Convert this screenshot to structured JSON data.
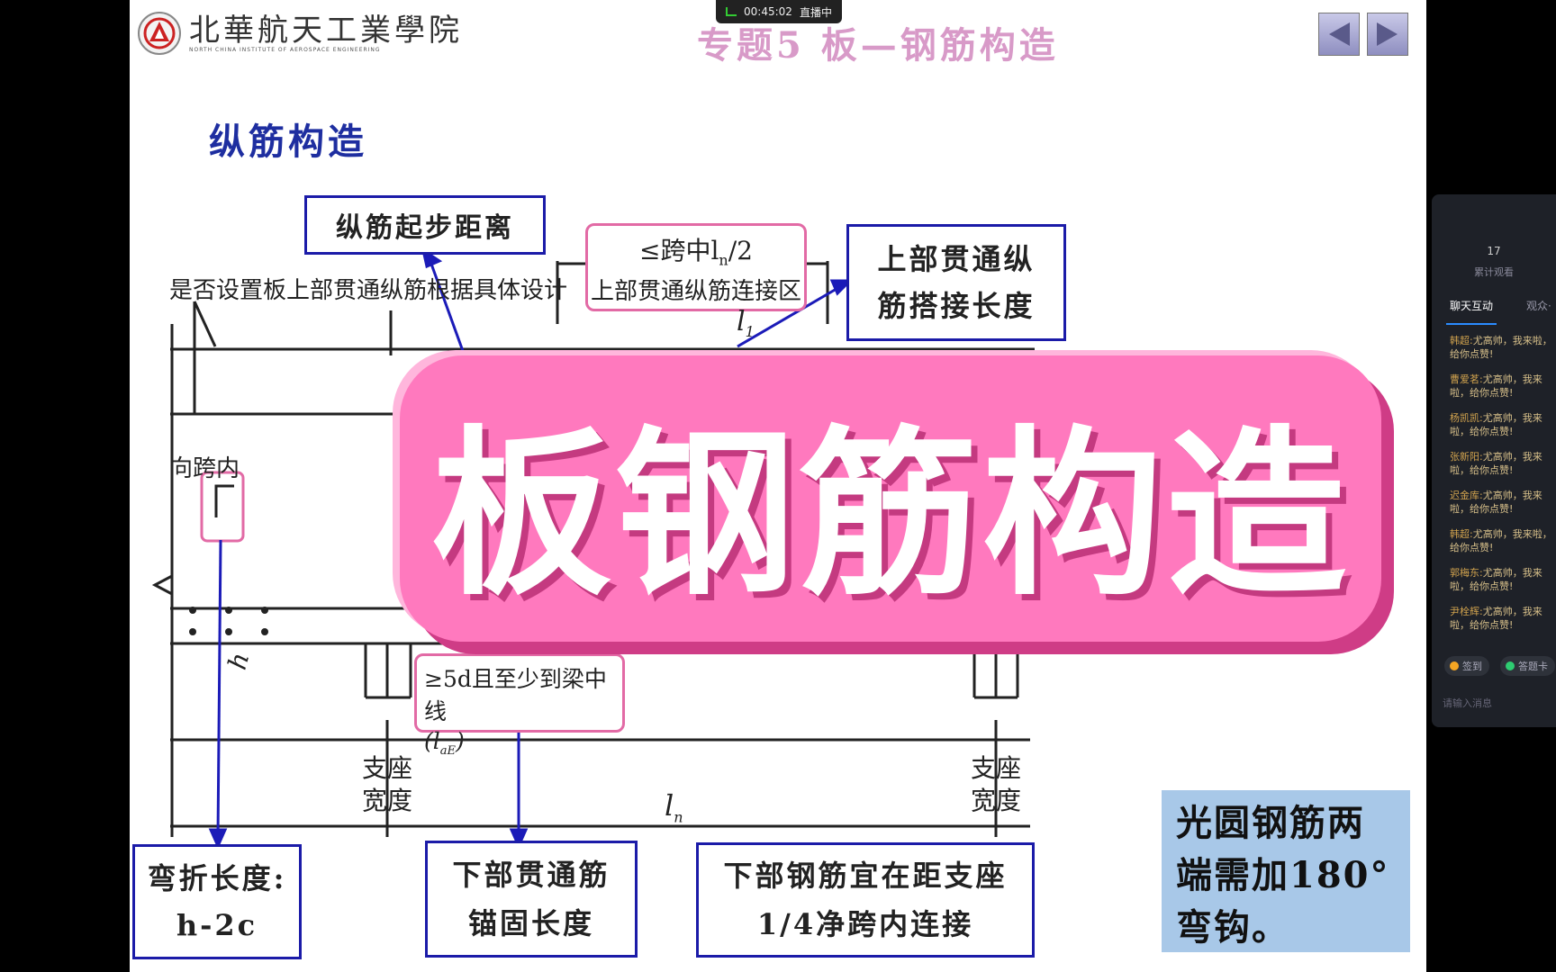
{
  "recording": {
    "timer": "00:45:02",
    "status": "直播中"
  },
  "header": {
    "logo_cn": "北華航天工業學院",
    "logo_en": "NORTH CHINA INSTITUTE OF AEROSPACE ENGINEERING",
    "title": "专题5 板—钢筋构造",
    "prev_icon": "triangle-left-icon",
    "next_icon": "triangle-right-icon"
  },
  "section_heading": "纵筋构造",
  "diagram": {
    "box_start_distance": "纵筋起步距离",
    "note_top_rebar": "是否设置板上部贯通纵筋根据具体设计",
    "midspan_label": "≤跨中l",
    "midspan_sub": "n",
    "midspan_frac": "/2",
    "splice_zone": "上部贯通纵筋连接区",
    "l1": "l",
    "l1_sub": "1",
    "box_lap_line1": "上部贯通纵",
    "box_lap_line2": "筋搭接长度",
    "inner_span_text": "向跨内",
    "anchor_line1": "≥5d且至少到梁中线",
    "anchor_line2": "(l",
    "anchor_line2_sub": "aE",
    "anchor_line2_end": ")",
    "h_label": "h",
    "support_top": "支座",
    "support_bottom": "宽度",
    "ln_label": "l",
    "ln_sub": "n",
    "box_bend_line1": "弯折长度:",
    "box_bend_line2": "h-2c",
    "box_bottom_anchor_line1": "下部贯通筋",
    "box_bottom_anchor_line2": "锚固长度",
    "box_bottom_splice_line1": "下部钢筋宜在距支座",
    "box_bottom_splice_line2": "1/4净跨内连接",
    "note_blue": "光圆钢筋两端需加180° 弯钩。"
  },
  "overlay_title": "板钢筋构造",
  "live_panel": {
    "viewer_count": "17",
    "viewer_label": "累计观看",
    "tab_chat": "聊天互动",
    "tab_audience": "观众·",
    "messages": [
      {
        "name": "韩超:",
        "text": "尤高帅，我来啦，给你点赞!"
      },
      {
        "name": "曹爱茗:",
        "text": "尤高帅，我来啦，给你点赞!"
      },
      {
        "name": "杨凯凯:",
        "text": "尤高帅，我来啦，给你点赞!"
      },
      {
        "name": "张新阳:",
        "text": "尤高帅，我来啦，给你点赞!"
      },
      {
        "name": "迟金库:",
        "text": "尤高帅，我来啦，给你点赞!"
      },
      {
        "name": "韩超:",
        "text": "尤高帅，我来啦，给你点赞!"
      },
      {
        "name": "郭梅东:",
        "text": "尤高帅，我来啦，给你点赞!"
      },
      {
        "name": "尹栓辉:",
        "text": "尤高帅，我来啦，给你点赞!"
      }
    ],
    "signin_label": "签到",
    "answer_card_label": "答题卡",
    "input_placeholder": "请输入消息",
    "signin_color": "#f5a623",
    "answer_color": "#2ecc71"
  }
}
